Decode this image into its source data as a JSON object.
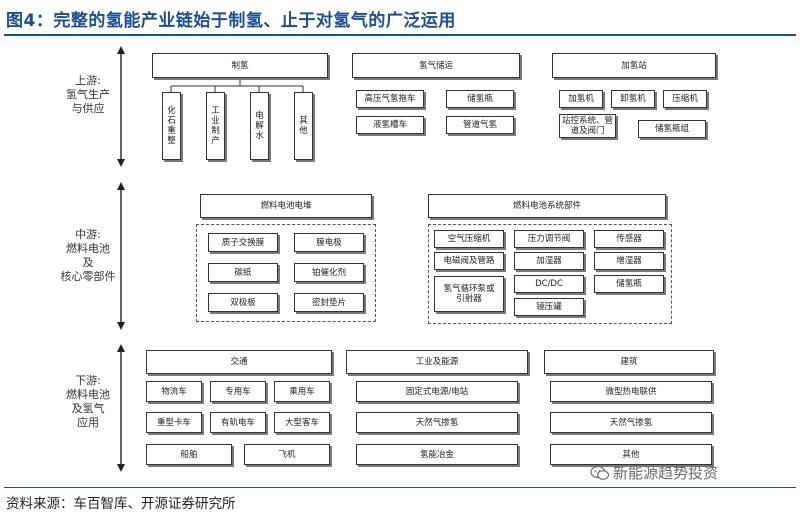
{
  "title": "图4：完整的氢能产业链始于制氢、止于对氢气的广泛运用",
  "source": "资料来源：车百智库、开源证券研究所",
  "watermark": "新能源趋势投资",
  "stages": {
    "upstream": [
      "上游:",
      "氢气生产",
      "与供应"
    ],
    "midstream": [
      "中游:",
      "燃料电池",
      "及",
      "核心零部件"
    ],
    "downstream": [
      "下游:",
      "燃料电池",
      "及氢气",
      "应用"
    ]
  },
  "upstream": {
    "production": {
      "title": "制氢",
      "methods": [
        [
          "化",
          "石",
          "重",
          "整"
        ],
        [
          "工",
          "业",
          "制",
          "产"
        ],
        [
          "电",
          "解",
          "水"
        ],
        [
          "其",
          "他"
        ]
      ]
    },
    "storage": {
      "title": "氢气储运",
      "items": [
        "高压气氢拖车",
        "储氢瓶",
        "液氢槽车",
        "管道气氢"
      ]
    },
    "station": {
      "title": "加氢站",
      "items": [
        "加氢机",
        "卸氢机",
        "压缩机",
        "站控系统、管道及阀门",
        "储氢瓶组"
      ]
    }
  },
  "midstream": {
    "stack": {
      "title": "燃料电池电堆",
      "items": [
        "质子交换膜",
        "膜电极",
        "碳纸",
        "铂催化剂",
        "双极板",
        "密封垫片"
      ]
    },
    "system": {
      "title": "燃料电池系统部件",
      "items": [
        "空气压缩机",
        "压力调节阀",
        "传感器",
        "电磁阀及管路",
        "加湿器",
        "增湿器",
        "氢气循环泵或引射器",
        "DC/DC",
        "储氢瓶",
        "镜压罐"
      ]
    }
  },
  "downstream": {
    "transport": {
      "title": "交通",
      "items": [
        "物流车",
        "专用车",
        "乘用车",
        "重型卡车",
        "有轨电车",
        "大型客车",
        "船舶",
        "飞机"
      ]
    },
    "industry": {
      "title": "工业及能源",
      "items": [
        "固定式电源/电站",
        "天然气掺氢",
        "氢能冶金"
      ]
    },
    "building": {
      "title": "建筑",
      "items": [
        "微型热电联供",
        "天然气掺氢",
        "其他"
      ]
    }
  }
}
